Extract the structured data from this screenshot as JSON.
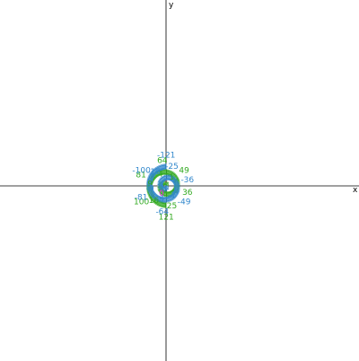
{
  "chart_data": {
    "type": "line",
    "title": "",
    "xlabel": "x",
    "ylabel": "y",
    "xlim": [
      -185,
      215
    ],
    "ylim": [
      -195,
      207
    ],
    "grid": false,
    "colors": {
      "green": "#33aa22",
      "blue": "#3388cc",
      "magenta": "#dd22cc",
      "axis": "#000000"
    },
    "series": [
      {
        "color": "green",
        "parametric": "x = t*cos(t), y = t*sin(t) scaled by 1.96 (angle t = sqrt(n) in radians, n >= 0)",
        "t_range": [
          0,
          11
        ]
      },
      {
        "color": "blue",
        "parametric": "x = t*cos(t), y = -t*sin(t) scaled by 1.96 (angle t = sqrt(|n|), n <= 0)",
        "t_range": [
          0,
          11
        ]
      }
    ],
    "labels_pos": [
      {
        "text": "1",
        "n": 1
      },
      {
        "text": "4",
        "n": 4
      },
      {
        "text": "9",
        "n": 9
      },
      {
        "text": "16",
        "n": 16
      },
      {
        "text": "25",
        "n": 25
      },
      {
        "text": "36",
        "n": 36
      },
      {
        "text": "49",
        "n": 49
      },
      {
        "text": "64",
        "n": 64
      },
      {
        "text": "81",
        "n": 81
      },
      {
        "text": "100",
        "n": 100
      },
      {
        "text": "121",
        "n": 121
      }
    ],
    "labels_neg": [
      {
        "text": "-1",
        "n": -1
      },
      {
        "text": "-4",
        "n": -4
      },
      {
        "text": "-9",
        "n": -9
      },
      {
        "text": "-16",
        "n": -16
      },
      {
        "text": "-25",
        "n": -25
      },
      {
        "text": "-36",
        "n": -36
      },
      {
        "text": "-49",
        "n": -49
      },
      {
        "text": "-64",
        "n": -64
      },
      {
        "text": "-81",
        "n": -81
      },
      {
        "text": "-100",
        "n": -100
      },
      {
        "text": "-121",
        "n": -121
      }
    ],
    "origin_label": "0"
  }
}
